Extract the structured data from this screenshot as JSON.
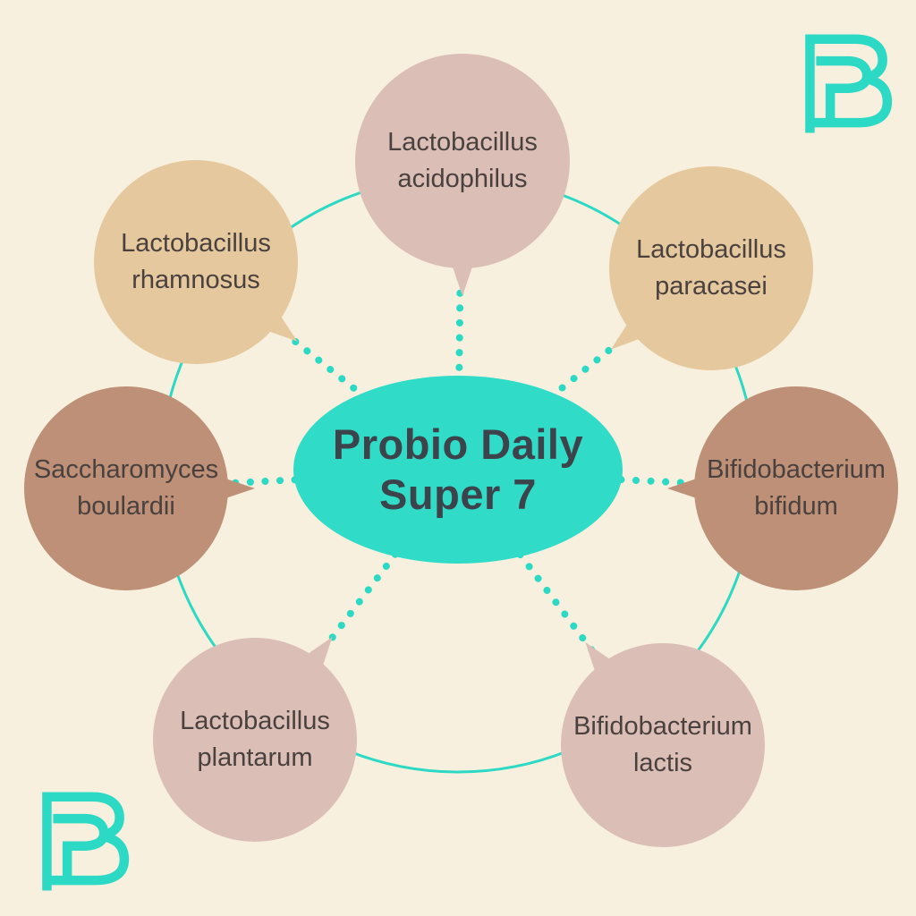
{
  "page": {
    "background_color": "#f8f0de",
    "accent_color": "#2bd9c4"
  },
  "logo": {
    "letter": "B",
    "color": "#2bd9c4"
  },
  "center": {
    "line1": "Probio Daily",
    "line2": "Super 7",
    "fill_color": "#30dcc8",
    "text_color": "#3d434b"
  },
  "bubbles": [
    {
      "label_line1": "Lactobacillus",
      "label_line2": "acidophilus",
      "fill_color": "#dbbfb7",
      "position": "top"
    },
    {
      "label_line1": "Lactobacillus",
      "label_line2": "paracasei",
      "fill_color": "#e5c89d",
      "position": "top-right"
    },
    {
      "label_line1": "Bifidobacterium",
      "label_line2": "bifidum",
      "fill_color": "#bd9077",
      "position": "right"
    },
    {
      "label_line1": "Bifidobacterium",
      "label_line2": "lactis",
      "fill_color": "#dbbfb7",
      "position": "bottom-right"
    },
    {
      "label_line1": "Lactobacillus",
      "label_line2": "plantarum",
      "fill_color": "#dbbfb7",
      "position": "bottom-left"
    },
    {
      "label_line1": "Saccharomyces",
      "label_line2": "boulardii",
      "fill_color": "#bd9077",
      "position": "left"
    },
    {
      "label_line1": "Lactobacillus",
      "label_line2": "rhamnosus",
      "fill_color": "#e5c89d",
      "position": "top-left"
    }
  ]
}
